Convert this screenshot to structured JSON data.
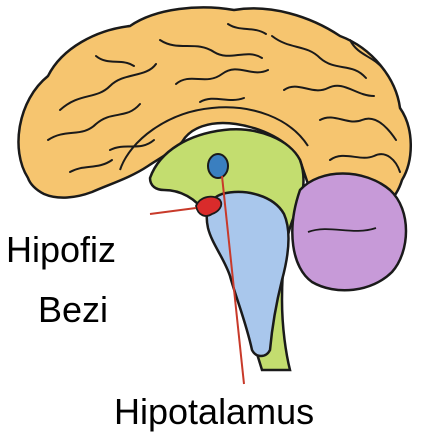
{
  "labels": {
    "hipofiz": "Hipofiz",
    "bezi": "Bezi",
    "hipotalamus": "Hipotalamus"
  },
  "colors": {
    "cerebrum": "#F6C56F",
    "cerebrum_dark": "#E8A94A",
    "corpus_region": "#C3DD6F",
    "brainstem": "#A9C7EC",
    "cerebellum": "#C79AD8",
    "pituitary": "#D92B2B",
    "thalamus": "#3A7FC0",
    "pointer_line": "#C83A2A",
    "outline": "#1a1a1a"
  }
}
